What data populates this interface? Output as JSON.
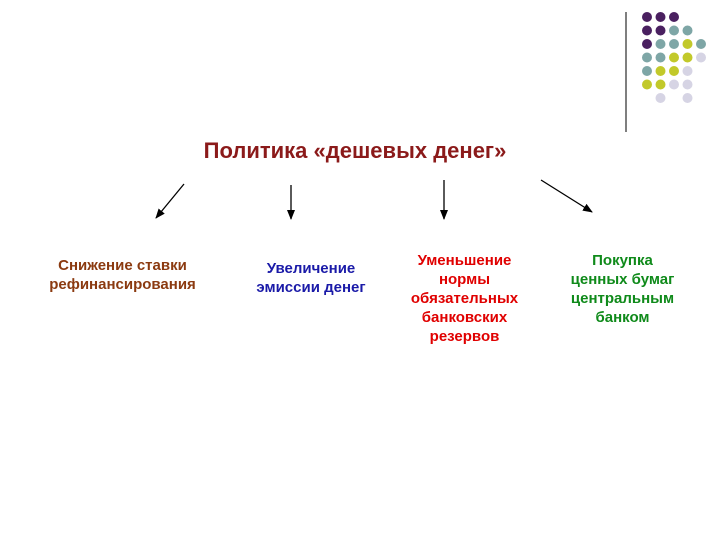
{
  "title": "Политика «дешевых денег»",
  "colors": {
    "title": "#8b1a1a",
    "dot_purple": "#4a2060",
    "dot_teal": "#7ea6a6",
    "dot_olive": "#c2c92a",
    "dot_lilac": "#d6d4e4",
    "arrow": "#000000"
  },
  "items": [
    {
      "label": "Снижение ставки\nрефинансирования",
      "color": "#8b3a10"
    },
    {
      "label": "Увеличение\nэмиссии денег",
      "color": "#1a1aa8"
    },
    {
      "label": "Уменьшение\nнормы\nобязательных\nбанковских\nрезервов",
      "color": "#e00000"
    },
    {
      "label": "Покупка\nценных бумаг\nцентральным\nбанком",
      "color": "#0f8a1a"
    }
  ]
}
